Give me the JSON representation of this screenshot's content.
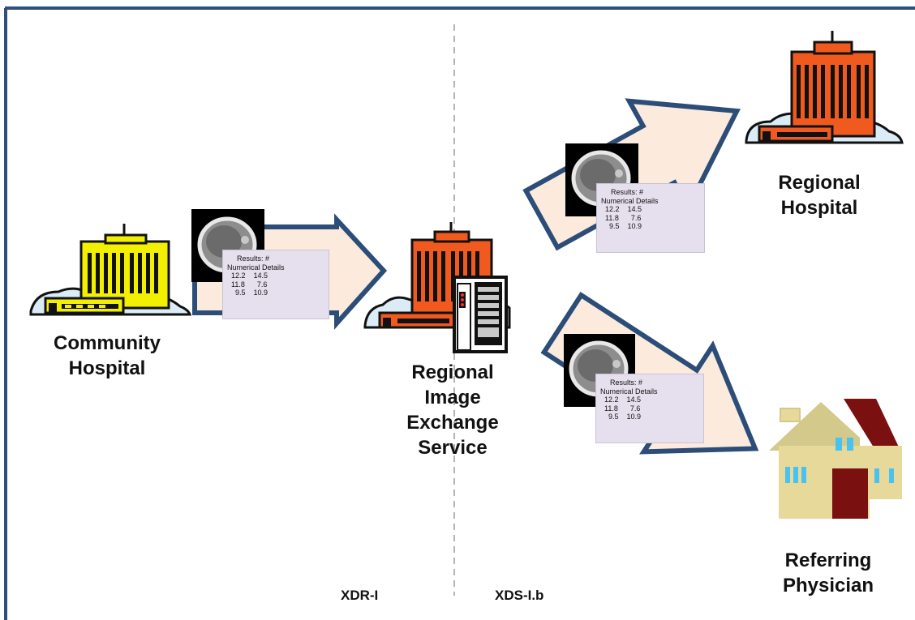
{
  "corner_mark": "`",
  "labels": {
    "community_hospital": [
      "Community",
      "Hospital"
    ],
    "regional_service": [
      "Regional",
      "Image",
      "Exchange",
      "Service"
    ],
    "regional_hospital": [
      "Regional",
      "Hospital"
    ],
    "referring_physician": [
      "Referring",
      "Physician"
    ]
  },
  "protocols": {
    "left": "XDR-I",
    "right": "XDS-I.b"
  },
  "report": {
    "title": "Results: #",
    "subtitle": "Numerical Details",
    "rows": [
      [
        "12.2",
        "14.5"
      ],
      [
        "11.8",
        "7.6"
      ],
      [
        "9.5",
        "10.9"
      ]
    ]
  },
  "colors": {
    "frame": "#2f4f7f",
    "arrow_fill": "#fcebdc",
    "arrow_stroke": "#2b4d78",
    "community_building": "#f2f000",
    "regional_building": "#f05a1e",
    "cloud": "#dcecf7",
    "house_wall": "#e6d99a",
    "house_roof": "#d2c98a",
    "house_roof_dark": "#7a1010",
    "window": "#49c2f0",
    "report_card": "#e6e0ee"
  },
  "icons": [
    "building-yellow-icon",
    "building-orange-icon",
    "server-rack-icon",
    "house-icon",
    "brain-ct-scan-icon",
    "arrow-icon"
  ]
}
